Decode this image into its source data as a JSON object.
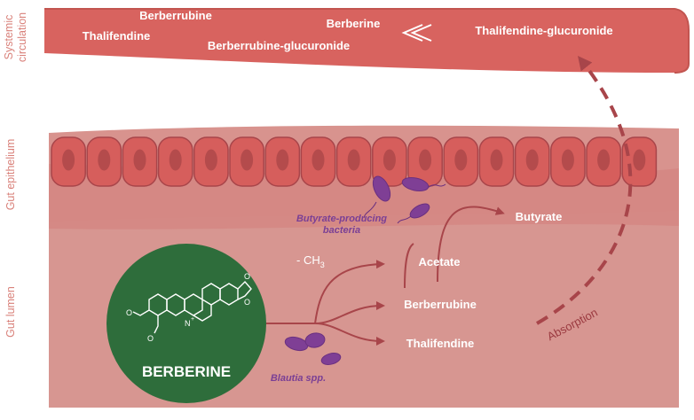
{
  "side_labels": {
    "systemic": "Systemic circulation",
    "epithelium": "Gut epithelium",
    "lumen": "Gut lumen"
  },
  "circulation": {
    "berberrubine": "Berberrubine",
    "berberine": "Berberine",
    "thalifendine": "Thalifendine",
    "berberrubine_glucuronide": "Berberrubine-glucuronide",
    "thalifendine_glucuronide": "Thalifendine-glucuronide"
  },
  "lumen": {
    "butyrate": "Butyrate",
    "acetate": "Acetate",
    "berberrubine": "Berberrubine",
    "thalifendine": "Thalifendine",
    "demethylation_prefix": "- CH",
    "demethylation_subscript": "3",
    "absorption": "Absorption"
  },
  "bacteria": {
    "butyrate_producing_line1": "Butyrate-producing",
    "butyrate_producing_line2": "bacteria",
    "blautia": "Blautia spp."
  },
  "berberine_badge": {
    "name": "BERBERINE",
    "charge": "+",
    "atom_n": "N"
  },
  "colors": {
    "vessel": "#d8635f",
    "lumen": "#d8938e",
    "epithelium_cell": "#d65e5c",
    "nucleus": "#b44b4c",
    "arrow": "#a8454a",
    "badge": "#2e6d3b",
    "bacteria": "#7f3f95",
    "side_text": "#d9817a"
  }
}
